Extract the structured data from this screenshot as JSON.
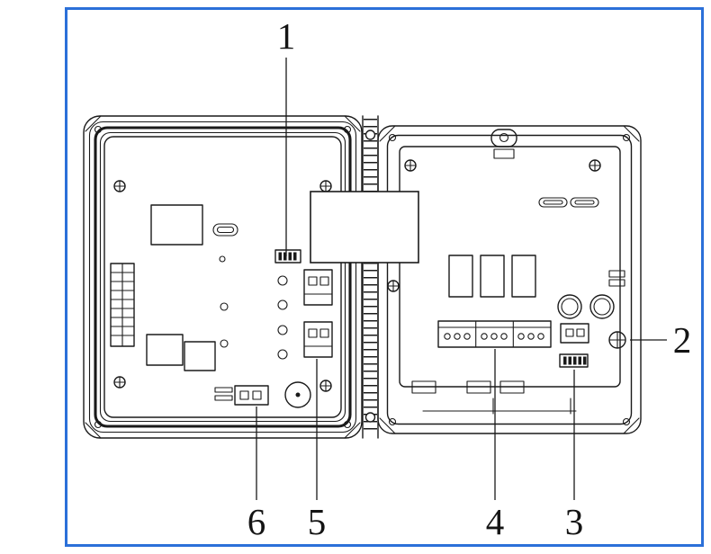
{
  "colors": {
    "frame_blue": "#2b70d9",
    "ink": "#1a1a1a",
    "paper": "#ffffff"
  },
  "callouts": [
    {
      "label": "1",
      "target": "jumper-header-connector"
    },
    {
      "label": "2",
      "target": "panel-screw"
    },
    {
      "label": "3",
      "target": "two-pin-connector-and-jumper"
    },
    {
      "label": "4",
      "target": "terminal-strip"
    },
    {
      "label": "5",
      "target": "two-pin-connectors"
    },
    {
      "label": "6",
      "target": "bottom-two-pin-connector"
    }
  ]
}
